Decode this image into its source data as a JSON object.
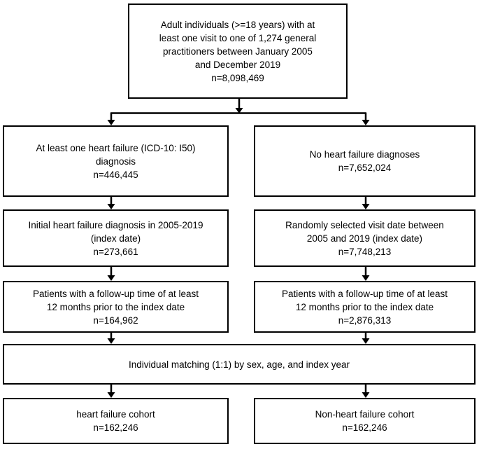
{
  "diagram": {
    "kind": "patient-selection-flowchart",
    "colors": {
      "border": "#000000",
      "background": "#ffffff",
      "text": "#000000"
    },
    "nodes": {
      "source_population": {
        "text": "Adult individuals (>=18 years) with at\nleast one visit to one of 1,274 general\npractitioners between January 2005\nand December 2019\nn=8,098,469"
      },
      "hf_diagnosis": {
        "text": "At least one heart failure (ICD-10: I50)\ndiagnosis\nn=446,445"
      },
      "no_hf_diagnosis": {
        "text": "No heart failure diagnoses\nn=7,652,024"
      },
      "hf_index_date": {
        "text": "Initial heart failure diagnosis in 2005-2019\n(index date)\nn=273,661"
      },
      "random_index_date": {
        "text": "Randomly selected visit date between\n2005 and 2019 (index date)\nn=7,748,213"
      },
      "hf_followup": {
        "text": "Patients with a follow-up time of at least\n12 months prior to the index date\nn=164,962"
      },
      "no_hf_followup": {
        "text": "Patients with a follow-up time of at least\n12 months prior to the index date\nn=2,876,313"
      },
      "matching": {
        "text": "Individual matching (1:1) by sex, age, and  index year"
      },
      "hf_cohort": {
        "text": "heart failure cohort\nn=162,246"
      },
      "non_hf_cohort": {
        "text": "Non-heart failure cohort\nn=162,246"
      }
    },
    "edges": [
      {
        "from": "source_population",
        "to": "hf_diagnosis"
      },
      {
        "from": "source_population",
        "to": "no_hf_diagnosis"
      },
      {
        "from": "hf_diagnosis",
        "to": "hf_index_date"
      },
      {
        "from": "no_hf_diagnosis",
        "to": "random_index_date"
      },
      {
        "from": "hf_index_date",
        "to": "hf_followup"
      },
      {
        "from": "random_index_date",
        "to": "no_hf_followup"
      },
      {
        "from": "hf_followup",
        "to": "matching"
      },
      {
        "from": "no_hf_followup",
        "to": "matching"
      },
      {
        "from": "matching",
        "to": "hf_cohort"
      },
      {
        "from": "matching",
        "to": "non_hf_cohort"
      }
    ]
  }
}
